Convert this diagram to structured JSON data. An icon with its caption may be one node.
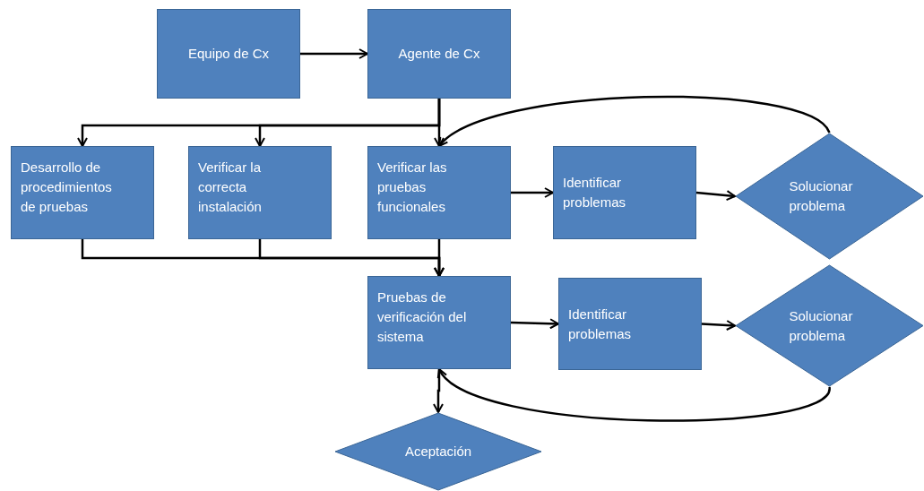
{
  "diagram": {
    "nodes": [
      {
        "text": [
          "Equipo de Cx"
        ]
      },
      {
        "text": [
          "Agente de Cx"
        ]
      },
      {
        "text": [
          "Desarrollo de procedimientos de pruebas"
        ]
      },
      {
        "text": [
          "Verificar la correcta instalación"
        ]
      },
      {
        "text": [
          "Verificar las pruebas funcionales"
        ]
      },
      {
        "text": [
          "Identificar problemas"
        ]
      },
      {
        "text": [
          "Solucionar problema"
        ]
      },
      {
        "text": [
          "Pruebas de verificación del sistema"
        ]
      },
      {
        "text": [
          "Identificar problemas"
        ]
      },
      {
        "text": [
          "Solucionar problema"
        ]
      },
      {
        "text": [
          "Aceptación"
        ]
      }
    ],
    "edges": [
      {
        "from": 0,
        "to": 1,
        "arrow": "to"
      },
      {
        "from": 1,
        "to": 2,
        "arrow": "to"
      },
      {
        "from": 1,
        "to": 3,
        "arrow": "to"
      },
      {
        "from": 1,
        "to": 4,
        "arrow": "to"
      },
      {
        "from": 6,
        "to": 4,
        "arrow": "to"
      },
      {
        "from": 4,
        "to": 5,
        "arrow": "to"
      },
      {
        "from": 5,
        "to": 6,
        "arrow": "to"
      },
      {
        "from": 2,
        "to": 7,
        "arrow": "to"
      },
      {
        "from": 3,
        "to": 7,
        "arrow": "to"
      },
      {
        "from": 4,
        "to": 7,
        "arrow": "to"
      },
      {
        "from": 7,
        "to": 8,
        "arrow": "to"
      },
      {
        "from": 8,
        "to": 9,
        "arrow": "to"
      },
      {
        "from": 9,
        "to": 7,
        "arrow": "to"
      },
      {
        "from": 7,
        "to": 10,
        "arrow": "to"
      }
    ]
  }
}
